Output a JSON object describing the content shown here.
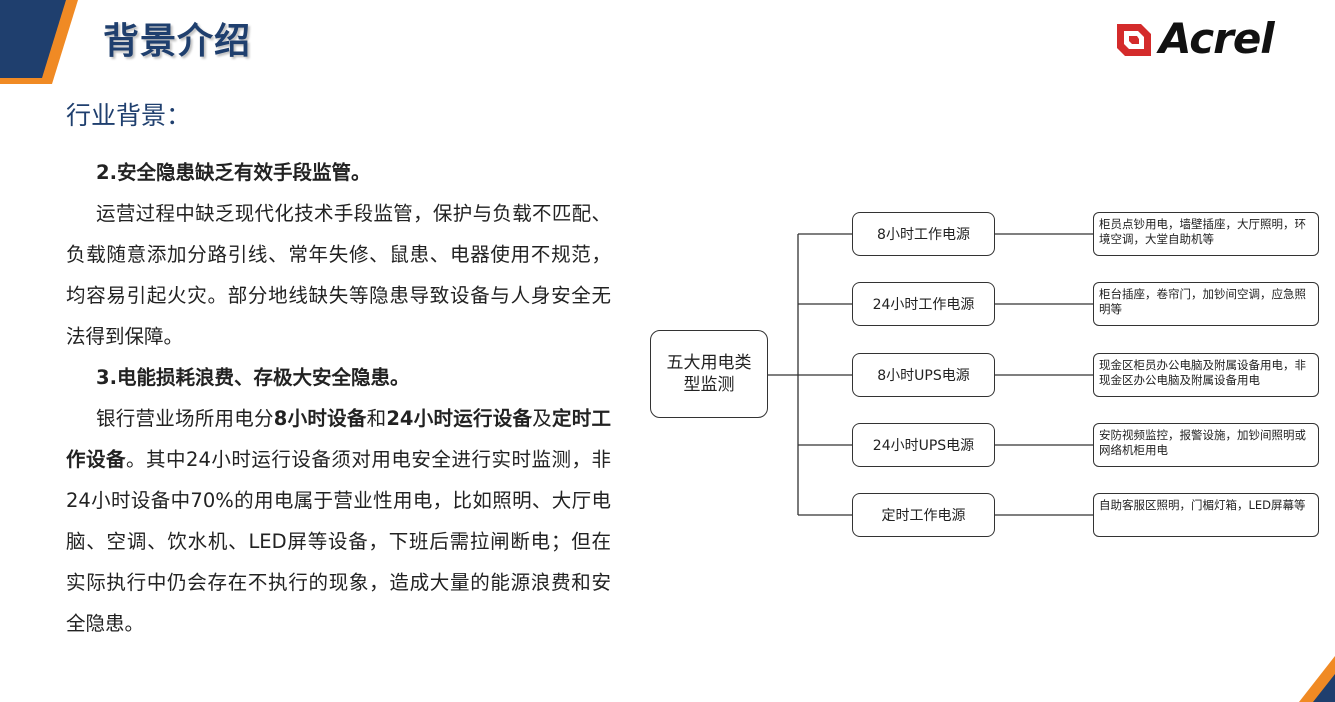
{
  "header": {
    "title": "背景介绍",
    "logo_text": "Acrel",
    "brand_colors": {
      "navy": "#1f3f6e",
      "orange": "#f08a24",
      "red": "#d42b2b"
    }
  },
  "section": {
    "subtitle": "行业背景："
  },
  "body": {
    "p1_heading": "2.安全隐患缺乏有效手段监管。",
    "p1_text": "运营过程中缺乏现代化技术手段监管，保护与负载不匹配、负载随意添加分路引线、常年失修、鼠患、电器使用不规范，均容易引起火灾。部分地线缺失等隐患导致设备与人身安全无法得到保障。",
    "p2_heading": "3.电能损耗浪费、存极大安全隐患。",
    "p2_t1": "银行营业场所用电分",
    "p2_b1": "8小时设备",
    "p2_t2": "和",
    "p2_b2": "24小时运行设备",
    "p2_t3": "及",
    "p2_b3": "定时工作设备",
    "p2_t4": "。其中24小时运行设备须对用电安全进行实时监测，非24小时设备中70%的用电属于营业性用电，比如照明、大厅电脑、空调、饮水机、LED屏等设备，下班后需拉闸断电；但在实际执行中仍会存在不执行的现象，造成大量的能源浪费和安全隐患。"
  },
  "diagram": {
    "root": "五大用电类型监测",
    "categories": [
      {
        "label": "8小时工作电源",
        "desc": "柜员点钞用电，墙壁插座，大厅照明，环境空调，大堂自助机等"
      },
      {
        "label": "24小时工作电源",
        "desc": "柜台插座，卷帘门，加钞间空调，应急照明等"
      },
      {
        "label": "8小时UPS电源",
        "desc": "现金区柜员办公电脑及附属设备用电，非现金区办公电脑及附属设备用电"
      },
      {
        "label": "24小时UPS电源",
        "desc": "安防视频监控，报警设施，加钞间照明或网络机柜用电"
      },
      {
        "label": "定时工作电源",
        "desc": "自助客服区照明，门楣灯箱，LED屏幕等"
      }
    ]
  }
}
